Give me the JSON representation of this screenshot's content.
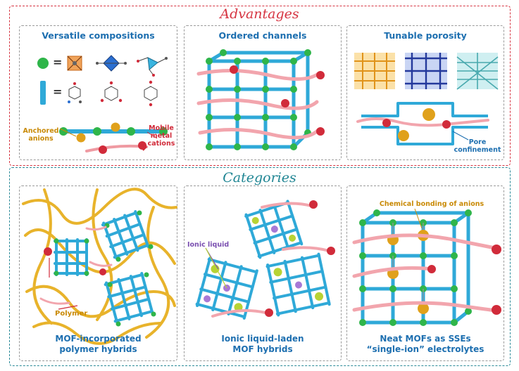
{
  "advantages": {
    "title": "Advantages",
    "panels": {
      "compositions": {
        "title": "Versatile compositions",
        "equals": "=",
        "anchored_anions": "Anchored anions",
        "mobile_cations": "Mobile metal cations",
        "anion_symbol": "-",
        "cation_symbol": "+"
      },
      "channels": {
        "title": "Ordered channels",
        "cation_symbol": "+"
      },
      "porosity": {
        "title": "Tunable porosity",
        "pore_confinement": "Pore confinement",
        "anion_symbol": "-",
        "cation_symbol": "+"
      }
    }
  },
  "categories": {
    "title": "Categories",
    "panels": {
      "polymer": {
        "caption_line1": "MOF-incorporated",
        "caption_line2": "polymer hybrids",
        "polymer_label": "Polymer",
        "cation_symbol": "+"
      },
      "ionic_liquid": {
        "caption_line1": "Ionic liquid-laden",
        "caption_line2": "MOF hybrids",
        "ionic_label": "Ionic liquid",
        "cation_symbol": "+"
      },
      "neat": {
        "caption_line1": "Neat MOFs as SSEs",
        "caption_line2": "“single-ion” electrolytes",
        "bonding_label": "Chemical bonding of anions",
        "anion_symbol": "-",
        "cation_symbol": "+"
      }
    }
  },
  "colors": {
    "advantages_border": "#d63441",
    "categories_border": "#2a8a98",
    "framework": "#2fa9d8",
    "node": "#2fb54a",
    "cation": "#d12b3a",
    "anion": "#e0a11b",
    "polymer": "#e8b32b",
    "ionic_liquid": "#a779d6",
    "title_text": "#1d6fb0"
  }
}
